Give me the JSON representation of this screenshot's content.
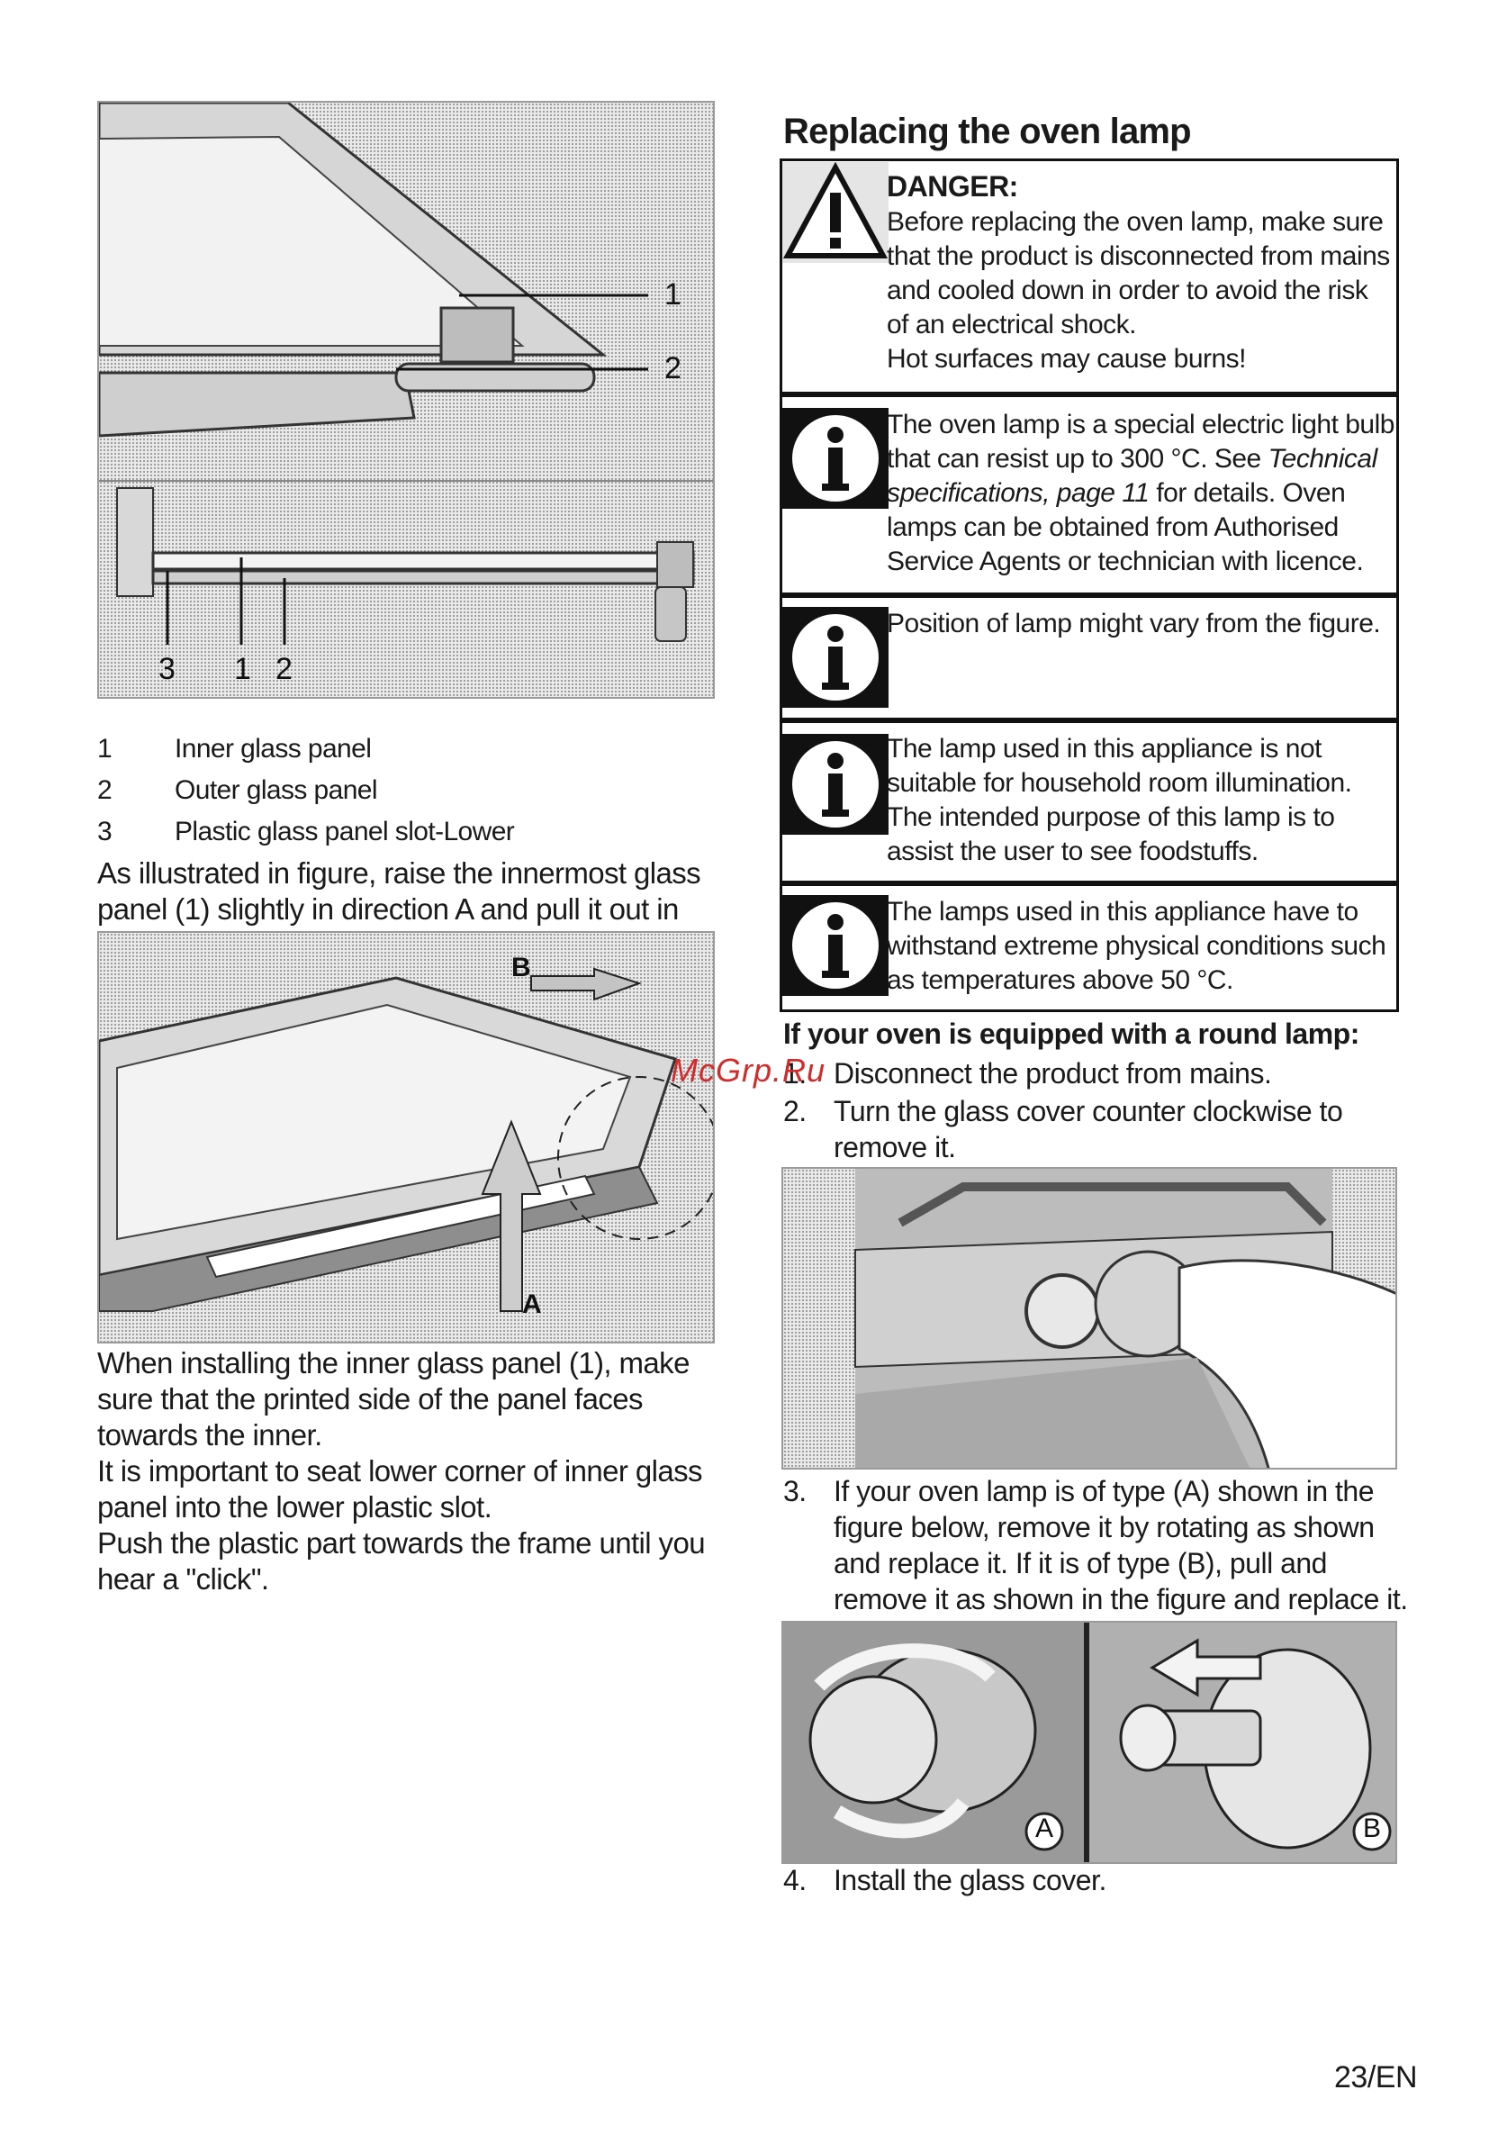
{
  "figure1": {
    "callouts": [
      "1",
      "2",
      "3",
      "1",
      "2"
    ]
  },
  "legend": [
    {
      "num": "1",
      "text": "Inner glass panel"
    },
    {
      "num": "2",
      "text": "Outer glass panel"
    },
    {
      "num": "3",
      "text": "Plastic glass panel slot-Lower"
    }
  ],
  "left_para1": "As illustrated in figure, raise the innermost glass panel (1) slightly in direction A and pull it out in direction B.",
  "figure2": {
    "label_b": "B",
    "label_a": "A"
  },
  "left_para2": [
    "When installing the inner glass panel (1), make sure that the printed side of the panel faces towards the inner.",
    "It is important to seat lower corner of inner glass panel into the lower plastic slot.",
    "Push the plastic part towards the frame until you hear a \"click\"."
  ],
  "section_title": "Replacing the oven lamp",
  "danger": {
    "heading": "DANGER:",
    "lines": [
      "Before replacing the oven lamp, make sure that the product is disconnected from mains and cooled down in order to avoid the risk of an electrical shock.",
      "Hot surfaces may cause burns!"
    ],
    "icon": "warning-triangle-icon"
  },
  "info_notes": [
    {
      "pre": "The oven lamp is a special electric light bulb that can resist up to 300 °C. See ",
      "italic": "Technical specifications, page 11",
      "post": " for details. Oven lamps can be obtained from Authorised Service Agents or technician with licence.",
      "icon": "info-icon"
    },
    {
      "text": "Position of lamp might vary from the figure.",
      "icon": "info-icon"
    },
    {
      "text": "The lamp used in this appliance is not suitable for household room illumination. The intended purpose of this lamp is to assist the user to see foodstuffs.",
      "icon": "info-icon"
    },
    {
      "text": "The lamps used in this appliance have to withstand extreme physical conditions such as temperatures above 50 °C.",
      "icon": "info-icon"
    }
  ],
  "round_lamp_heading": "If your oven is equipped with a round lamp:",
  "watermark": "McGrp.Ru",
  "steps": [
    {
      "n": "1.",
      "text": "Disconnect the product from mains."
    },
    {
      "n": "2.",
      "text": "Turn the glass cover counter clockwise to remove it."
    },
    {
      "n": "3.",
      "text": "If your oven lamp is of type (A) shown in the figure below, remove it by rotating as shown and replace it. If it is of type (B), pull and remove it as shown in the figure and replace it."
    },
    {
      "n": "4.",
      "text": "Install the glass cover."
    }
  ],
  "figure4": {
    "label_a": "A",
    "label_b": "B"
  },
  "page_number": "23/EN"
}
